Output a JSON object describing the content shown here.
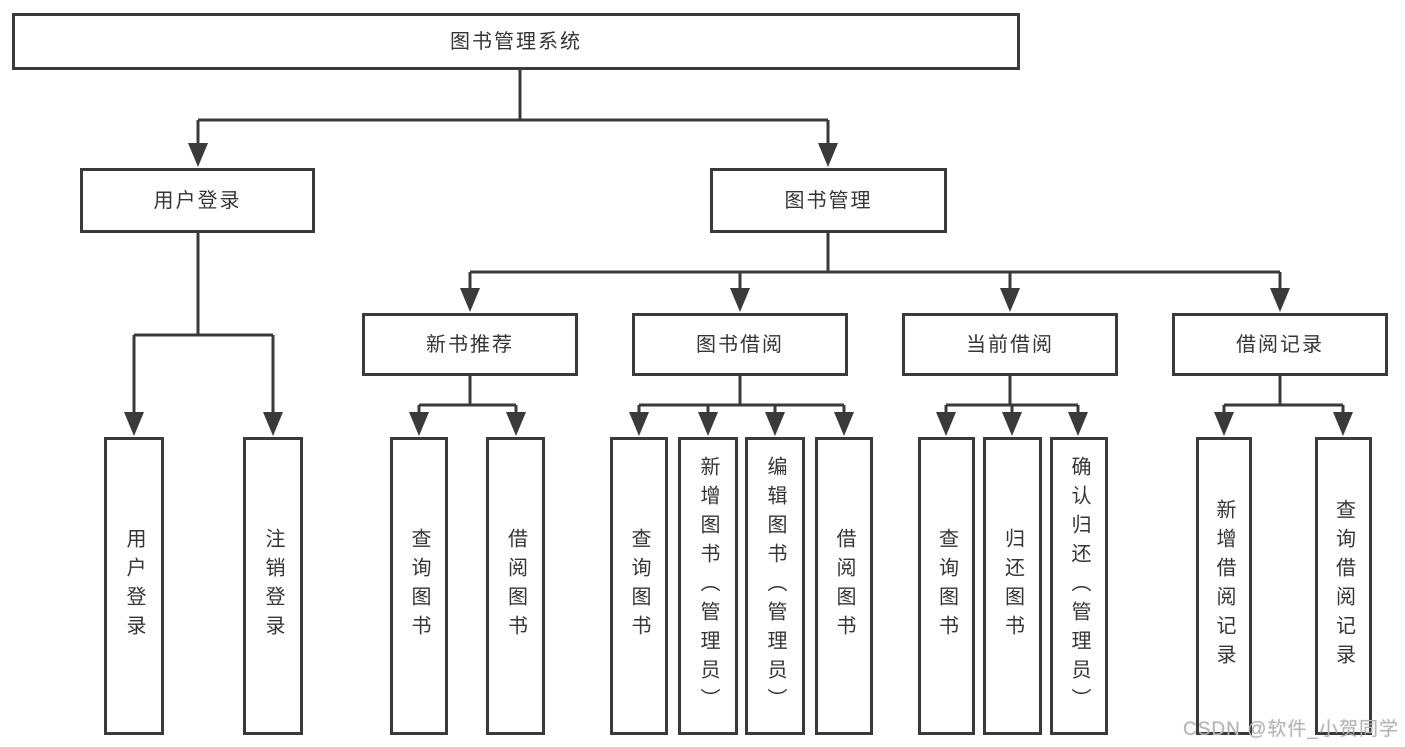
{
  "diagram": {
    "root": {
      "label": "图书管理系统"
    },
    "level2": [
      {
        "label": "用户登录"
      },
      {
        "label": "图书管理"
      }
    ],
    "level3": [
      {
        "label": "新书推荐"
      },
      {
        "label": "图书借阅"
      },
      {
        "label": "当前借阅"
      },
      {
        "label": "借阅记录"
      }
    ],
    "leaves": {
      "user_login": [
        "用户登录",
        "注销登录"
      ],
      "new_book": [
        "查询图书",
        "借阅图书"
      ],
      "book_borrow": [
        "查询图书",
        "新增图书（管理员）",
        "编辑图书（管理员）",
        "借阅图书"
      ],
      "current_borrow": [
        "查询图书",
        "归还图书",
        "确认归还（管理员）"
      ],
      "borrow_records": [
        "新增借阅记录",
        "查询借阅记录"
      ]
    }
  },
  "watermark": {
    "text": "CSDN @软件_小贺同学"
  },
  "colors": {
    "line": "#3a3a3a",
    "node_border": "#3a3a3a",
    "text": "#353535",
    "watermark": "#b3b5b8",
    "background": "#ffffff"
  }
}
